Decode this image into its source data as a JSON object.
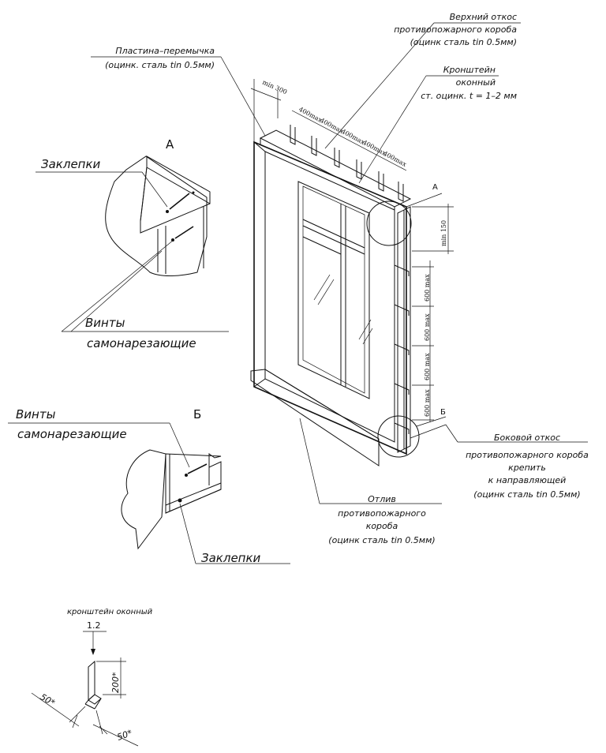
{
  "callouts": {
    "top_reveal": [
      "Верхний откос",
      "противопожарного короба",
      "(оцинк сталь tin 0.5мм)"
    ],
    "lintel_plate": [
      "Пластина–перемычка",
      "(оцинк. сталь tin 0.5мм)"
    ],
    "window_bracket": [
      "Кронштейн",
      "оконный",
      "ст. оцинк. t = 1–2 мм"
    ],
    "side_reveal": [
      "Боковой откос",
      "противопожарного короба",
      "крепить",
      "к направляющей",
      "(оцинк сталь tin 0.5мм)"
    ],
    "sill": [
      "Отлив",
      "противопожарного",
      "короба",
      "(оцинк сталь tin 0.5мм)"
    ]
  },
  "detail_a": {
    "marker": "А",
    "rivets": "Заклепки",
    "screws": [
      "Винты",
      "самонарезающие"
    ]
  },
  "detail_b": {
    "marker": "Б",
    "screws": [
      "Винты",
      "самонарезающие"
    ],
    "rivets": "Заклепки"
  },
  "dimensions": {
    "top_min": "min 300",
    "top_spacing": [
      "400max",
      "400max",
      "400max",
      "400max",
      "400max"
    ],
    "side_min": "min 150",
    "side_spacing": [
      "600 max",
      "600 max",
      "600 max",
      "600 max"
    ],
    "marker_a": "А",
    "marker_b": "Б"
  },
  "bracket_detail": {
    "title": "кронштейн оконный",
    "thickness": "1.2",
    "height": "200*",
    "leg_left": "50*",
    "leg_right": "50*"
  }
}
